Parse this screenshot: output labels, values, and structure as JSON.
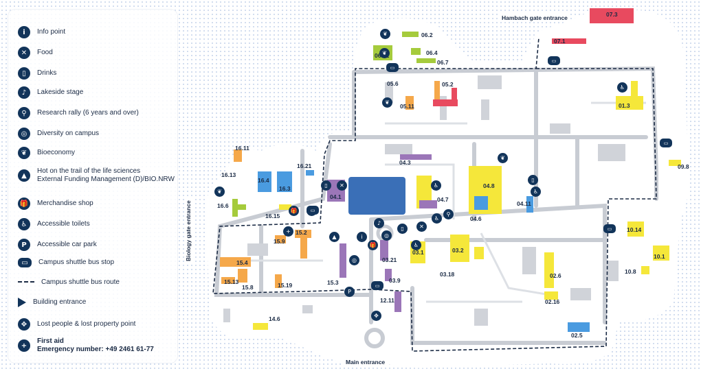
{
  "legend": [
    {
      "label": "Info point",
      "icon": "info-icon",
      "glyph": "i"
    },
    {
      "label": "Food",
      "icon": "food-icon",
      "glyph": "✕"
    },
    {
      "label": "Drinks",
      "icon": "drinks-icon",
      "glyph": "▯"
    },
    {
      "label": "Lakeside stage",
      "icon": "lakeside-stage-icon",
      "glyph": "♪"
    },
    {
      "label": "Research rally (6 years and over)",
      "icon": "research-rally-icon",
      "glyph": "⚲"
    },
    {
      "label": "Diversity on campus",
      "icon": "diversity-icon",
      "glyph": "◎"
    },
    {
      "label": "Bioeconomy",
      "icon": "bioeconomy-icon",
      "glyph": "❦"
    },
    {
      "label": "Hot on the trail of the life sciences",
      "label2": "External Funding Management (D)/BIO.NRW",
      "icon": "life-sciences-icon",
      "glyph": "▲"
    },
    {
      "label": "Merchandise shop",
      "icon": "merchandise-icon",
      "glyph": "🎁"
    },
    {
      "label": "Accessible toilets",
      "icon": "accessible-toilets-icon",
      "glyph": "♿"
    },
    {
      "label": "Accessible car park",
      "icon": "accessible-car-park-icon",
      "glyph": "P"
    },
    {
      "label": "Campus shuttle bus stop",
      "icon": "bus-stop-icon",
      "glyph": "▭"
    },
    {
      "label": "Campus shuttle bus route",
      "icon": "bus-route-icon",
      "glyph": ""
    },
    {
      "label": "Building entrance",
      "icon": "building-entrance-icon",
      "glyph": ""
    },
    {
      "label": "Lost people & lost property point",
      "icon": "lost-property-icon",
      "glyph": "✥"
    },
    {
      "label": "First aid",
      "label2": "Emergency number: +49 2461 61-77",
      "icon": "first-aid-icon",
      "glyph": "+"
    }
  ],
  "gates": {
    "hambach": "Hambach gate entrance",
    "biology": "Biology gate entrance",
    "main": "Main entrance"
  },
  "buildings": [
    {
      "id": "07.3"
    },
    {
      "id": "07.1"
    },
    {
      "id": "06.2"
    },
    {
      "id": "06.12"
    },
    {
      "id": "06.4"
    },
    {
      "id": "06.7"
    },
    {
      "id": "05.6"
    },
    {
      "id": "05.2"
    },
    {
      "id": "05.11"
    },
    {
      "id": "01.3"
    },
    {
      "id": "09.8"
    },
    {
      "id": "16.11"
    },
    {
      "id": "16.21"
    },
    {
      "id": "16.13"
    },
    {
      "id": "16.4"
    },
    {
      "id": "16.3"
    },
    {
      "id": "16.6"
    },
    {
      "id": "16.15"
    },
    {
      "id": "04.3"
    },
    {
      "id": "04.1"
    },
    {
      "id": "04.8"
    },
    {
      "id": "04.7"
    },
    {
      "id": "04.11"
    },
    {
      "id": "04.6"
    },
    {
      "id": "15.2"
    },
    {
      "id": "15.9"
    },
    {
      "id": "15.4"
    },
    {
      "id": "15.13"
    },
    {
      "id": "15.8"
    },
    {
      "id": "15.19"
    },
    {
      "id": "15.3"
    },
    {
      "id": "03.21"
    },
    {
      "id": "03.1"
    },
    {
      "id": "03.2"
    },
    {
      "id": "03.18"
    },
    {
      "id": "03.9"
    },
    {
      "id": "12.11"
    },
    {
      "id": "10.14"
    },
    {
      "id": "10.1"
    },
    {
      "id": "10.8"
    },
    {
      "id": "02.6"
    },
    {
      "id": "02.16"
    },
    {
      "id": "02.5"
    },
    {
      "id": "14.6"
    }
  ],
  "colors": {
    "navy": "#12345a",
    "road": "#c8ccd3",
    "island": "#ffffff",
    "lake": "#3a6fb7",
    "yellow": "#f5e73a",
    "orange": "#f5a84a",
    "purple": "#9b76b8",
    "blue": "#4a9be0",
    "green": "#a5cb3c",
    "red": "#e84a5f",
    "dots": "#c9d6ec"
  }
}
